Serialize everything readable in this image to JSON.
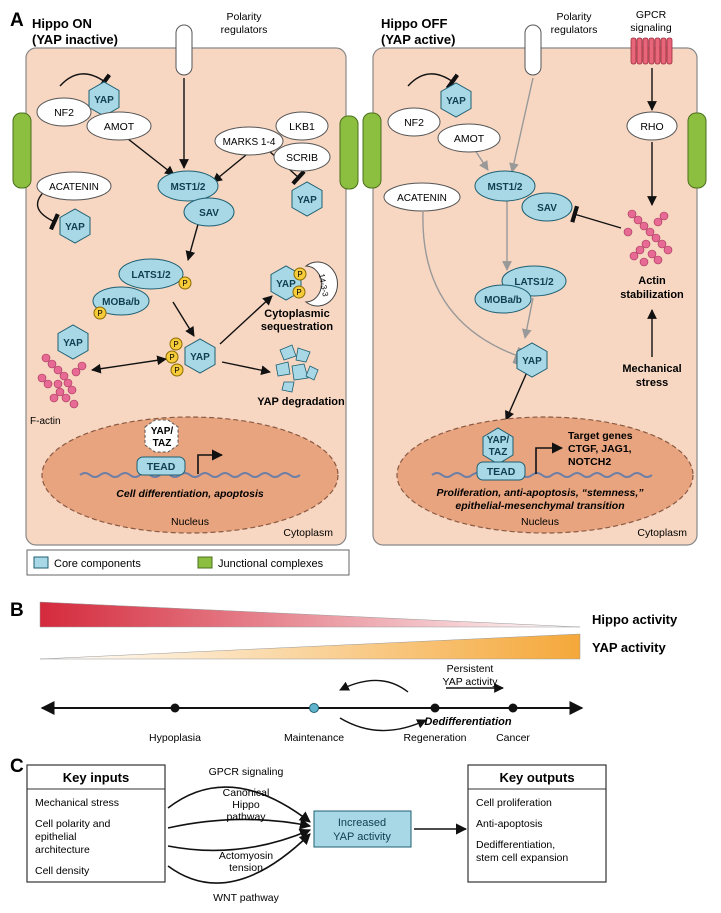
{
  "panel_a": {
    "letter": "A",
    "left_cell": {
      "title1": "Hippo ON",
      "title2": "(YAP inactive)",
      "polarity1": "Polarity",
      "polarity2": "regulators",
      "yap": "YAP",
      "nf2": "NF2",
      "amot": "AMOT",
      "marks": "MARKS 1-4",
      "lkb1": "LKB1",
      "scrib": "SCRIB",
      "acatenin": "ACATENIN",
      "mst": "MST1/2",
      "sav": "SAV",
      "lats": "LATS1/2",
      "mob": "MOBa/b",
      "p": "P",
      "f_actin": "F-actin",
      "yap_taz1": "YAP/",
      "yap_taz2": "TAZ",
      "tead": "TEAD",
      "sequestration1": "Cytoplasmic",
      "sequestration2": "sequestration",
      "protein_1433": "14-3-3",
      "degradation": "YAP degradation",
      "nucleus_text": "Cell differentiation, apoptosis",
      "nucleus": "Nucleus",
      "cytoplasm": "Cytoplasm"
    },
    "right_cell": {
      "title1": "Hippo OFF",
      "title2": "(YAP active)",
      "polarity1": "Polarity",
      "polarity2": "regulators",
      "gpcr1": "GPCR",
      "gpcr2": "signaling",
      "rho": "RHO",
      "yap": "YAP",
      "nf2": "NF2",
      "amot": "AMOT",
      "acatenin": "ACATENIN",
      "mst": "MST1/2",
      "sav": "SAV",
      "lats": "LATS1/2",
      "mob": "MOBa/b",
      "actin1": "Actin",
      "actin2": "stabilization",
      "mech1": "Mechanical",
      "mech2": "stress",
      "yap_taz1": "YAP/",
      "yap_taz2": "TAZ",
      "tead": "TEAD",
      "targets1": "Target genes",
      "targets2": "CTGF, JAG1,",
      "targets3": "NOTCH2",
      "nucleus_text1": "Proliferation, anti-apoptosis, “stemness,”",
      "nucleus_text2": "epithelial-mesenchymal transition",
      "nucleus": "Nucleus",
      "cytoplasm": "Cytoplasm"
    },
    "legend": {
      "core": "Core components",
      "junctional": "Junctional complexes",
      "core_color": "#a8d8e6",
      "junctional_color": "#8cbf3f"
    }
  },
  "panel_b": {
    "letter": "B",
    "hippo_activity": "Hippo activity",
    "yap_activity": "YAP activity",
    "persistent1": "Persistent",
    "persistent2": "YAP activity",
    "dedifferentiation": "Dedifferentiation",
    "axis_labels": [
      "Hypoplasia",
      "Maintenance",
      "Regeneration",
      "Cancer"
    ],
    "hippo_color": "#d42a3c",
    "yap_color": "#f5a83a"
  },
  "panel_c": {
    "letter": "C",
    "inputs_title": "Key inputs",
    "inputs": [
      "Mechanical stress",
      "Cell polarity and",
      "epithelial",
      "architecture",
      "Cell density"
    ],
    "gpcr": "GPCR signaling",
    "canonical1": "Canonical",
    "canonical2": "Hippo",
    "canonical3": "pathway",
    "actomyosin1": "Actomyosin",
    "actomyosin2": "tension",
    "wnt": "WNT pathway",
    "center1": "Increased",
    "center2": "YAP activity",
    "outputs_title": "Key outputs",
    "outputs": [
      "Cell proliferation",
      "Anti-apoptosis",
      "Dedifferentiation,",
      "stem cell expansion"
    ]
  }
}
